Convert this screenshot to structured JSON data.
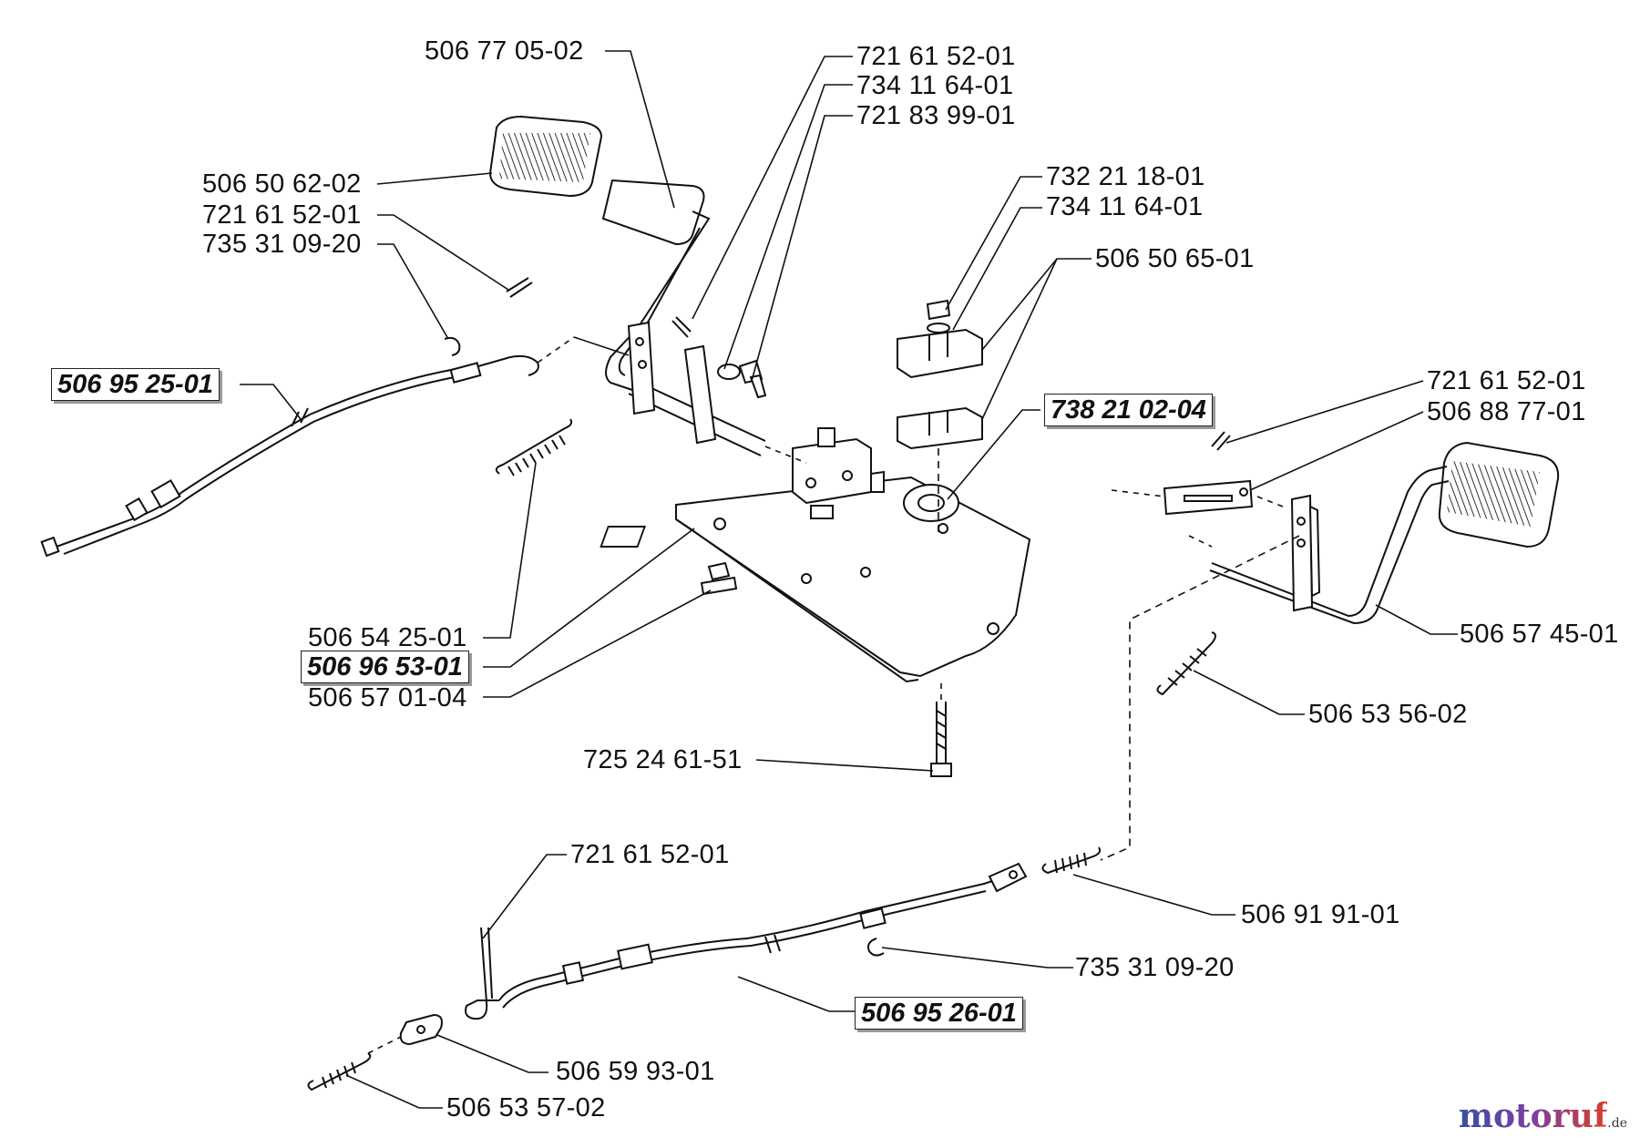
{
  "labels": {
    "l1": "506 77 05-02",
    "l2": "721 61 52-01",
    "l3": "734 11 64-01",
    "l4": "721 83 99-01",
    "l5": "506 50 62-02",
    "l6": "721 61 52-01",
    "l7": "735 31 09-20",
    "l8": "732 21 18-01",
    "l9": "734 11 64-01",
    "l10": "506 50 65-01",
    "l11": "506 95 25-01",
    "l12": "738 21 02-04",
    "l13": "721 61 52-01",
    "l14": "506 88 77-01",
    "l15": "506 54 25-01",
    "l16": "506 96 53-01",
    "l17": "506 57 01-04",
    "l18": "506 57 45-01",
    "l19": "506 53 56-02",
    "l20": "725 24 61-51",
    "l21": "721 61 52-01",
    "l22": "506 91 91-01",
    "l23": "735 31 09-20",
    "l24": "506 95 26-01",
    "l25": "506 59 93-01",
    "l26": "506 53 57-02"
  },
  "watermark": {
    "brand": "motoruf",
    "suffix": ".de"
  },
  "colors": {
    "line": "#111111",
    "watermark_start": "#3a4fa0",
    "watermark_end": "#d6402b"
  }
}
